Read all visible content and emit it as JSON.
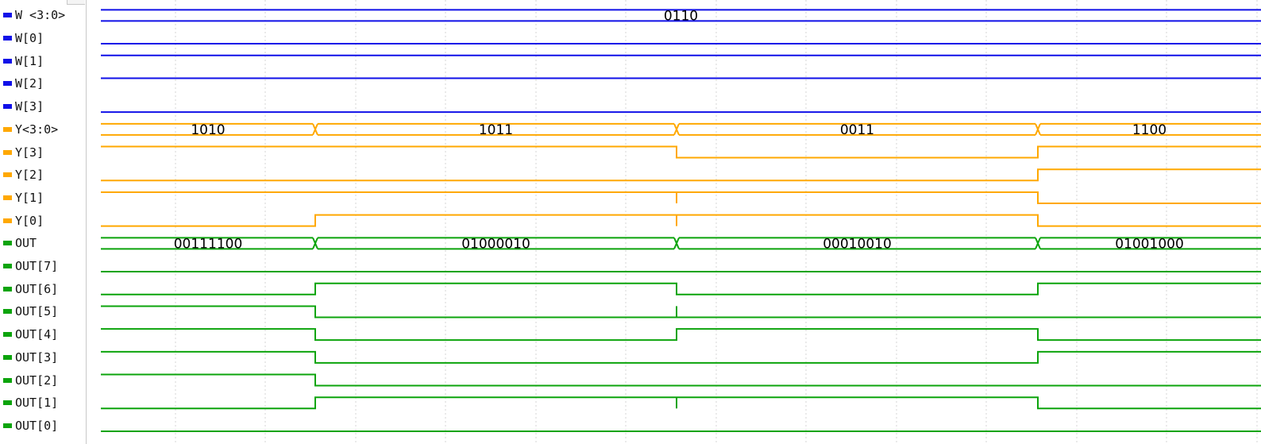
{
  "colors": {
    "w": "#1010e8",
    "y": "#ffa800",
    "out": "#0ca40c",
    "grid": "#d4d4d4",
    "text": "#111111"
  },
  "signals": [
    {
      "name": "W <3:0>",
      "group": "w",
      "bus": true,
      "segments": [
        {
          "start": 0,
          "end": 1479,
          "value": "0110"
        }
      ]
    },
    {
      "name": "W[0]",
      "group": "w",
      "bus": false,
      "levels": [
        {
          "start": 0,
          "end": 1479,
          "v": 0
        }
      ]
    },
    {
      "name": "W[1]",
      "group": "w",
      "bus": false,
      "levels": [
        {
          "start": 0,
          "end": 1479,
          "v": 1
        }
      ]
    },
    {
      "name": "W[2]",
      "group": "w",
      "bus": false,
      "levels": [
        {
          "start": 0,
          "end": 1479,
          "v": 1
        }
      ]
    },
    {
      "name": "W[3]",
      "group": "w",
      "bus": false,
      "levels": [
        {
          "start": 0,
          "end": 1479,
          "v": 0
        }
      ]
    },
    {
      "name": "Y<3:0>",
      "group": "y",
      "bus": true,
      "segments": [
        {
          "start": 0,
          "end": 270,
          "value": "1010"
        },
        {
          "start": 270,
          "end": 725,
          "value": "1011"
        },
        {
          "start": 725,
          "end": 1180,
          "value": "0011"
        },
        {
          "start": 1180,
          "end": 1479,
          "value": "1100"
        }
      ]
    },
    {
      "name": "Y[3]",
      "group": "y",
      "bus": false,
      "levels": [
        {
          "start": 0,
          "end": 725,
          "v": 1
        },
        {
          "start": 725,
          "end": 1180,
          "v": 0
        },
        {
          "start": 1180,
          "end": 1479,
          "v": 1
        }
      ]
    },
    {
      "name": "Y[2]",
      "group": "y",
      "bus": false,
      "levels": [
        {
          "start": 0,
          "end": 1180,
          "v": 0
        },
        {
          "start": 1180,
          "end": 1479,
          "v": 1
        }
      ]
    },
    {
      "name": "Y[1]",
      "group": "y",
      "bus": false,
      "levels": [
        {
          "start": 0,
          "end": 1180,
          "v": 1
        },
        {
          "start": 1180,
          "end": 1479,
          "v": 0
        }
      ],
      "glitches": [
        725
      ]
    },
    {
      "name": "Y[0]",
      "group": "y",
      "bus": false,
      "levels": [
        {
          "start": 0,
          "end": 270,
          "v": 0
        },
        {
          "start": 270,
          "end": 1180,
          "v": 1
        },
        {
          "start": 1180,
          "end": 1479,
          "v": 0
        }
      ],
      "glitches": [
        725
      ]
    },
    {
      "name": "OUT",
      "group": "out",
      "bus": true,
      "segments": [
        {
          "start": 0,
          "end": 270,
          "value": "00111100"
        },
        {
          "start": 270,
          "end": 725,
          "value": "01000010"
        },
        {
          "start": 725,
          "end": 1180,
          "value": "00010010"
        },
        {
          "start": 1180,
          "end": 1479,
          "value": "01001000"
        }
      ]
    },
    {
      "name": "OUT[7]",
      "group": "out",
      "bus": false,
      "levels": [
        {
          "start": 0,
          "end": 1479,
          "v": 0
        }
      ]
    },
    {
      "name": "OUT[6]",
      "group": "out",
      "bus": false,
      "levels": [
        {
          "start": 0,
          "end": 270,
          "v": 0
        },
        {
          "start": 270,
          "end": 725,
          "v": 1
        },
        {
          "start": 725,
          "end": 1180,
          "v": 0
        },
        {
          "start": 1180,
          "end": 1479,
          "v": 1
        }
      ]
    },
    {
      "name": "OUT[5]",
      "group": "out",
      "bus": false,
      "levels": [
        {
          "start": 0,
          "end": 270,
          "v": 1
        },
        {
          "start": 270,
          "end": 1479,
          "v": 0
        }
      ],
      "glitches": [
        725
      ]
    },
    {
      "name": "OUT[4]",
      "group": "out",
      "bus": false,
      "levels": [
        {
          "start": 0,
          "end": 270,
          "v": 1
        },
        {
          "start": 270,
          "end": 725,
          "v": 0
        },
        {
          "start": 725,
          "end": 1180,
          "v": 1
        },
        {
          "start": 1180,
          "end": 1479,
          "v": 0
        }
      ]
    },
    {
      "name": "OUT[3]",
      "group": "out",
      "bus": false,
      "levels": [
        {
          "start": 0,
          "end": 270,
          "v": 1
        },
        {
          "start": 270,
          "end": 1180,
          "v": 0
        },
        {
          "start": 1180,
          "end": 1479,
          "v": 1
        }
      ]
    },
    {
      "name": "OUT[2]",
      "group": "out",
      "bus": false,
      "levels": [
        {
          "start": 0,
          "end": 270,
          "v": 1
        },
        {
          "start": 270,
          "end": 1479,
          "v": 0
        }
      ]
    },
    {
      "name": "OUT[1]",
      "group": "out",
      "bus": false,
      "levels": [
        {
          "start": 0,
          "end": 270,
          "v": 0
        },
        {
          "start": 270,
          "end": 1180,
          "v": 1
        },
        {
          "start": 1180,
          "end": 1479,
          "v": 0
        }
      ],
      "glitches": [
        725
      ]
    },
    {
      "name": "OUT[0]",
      "group": "out",
      "bus": false,
      "levels": [
        {
          "start": 0,
          "end": 1479,
          "v": 0
        }
      ]
    }
  ]
}
